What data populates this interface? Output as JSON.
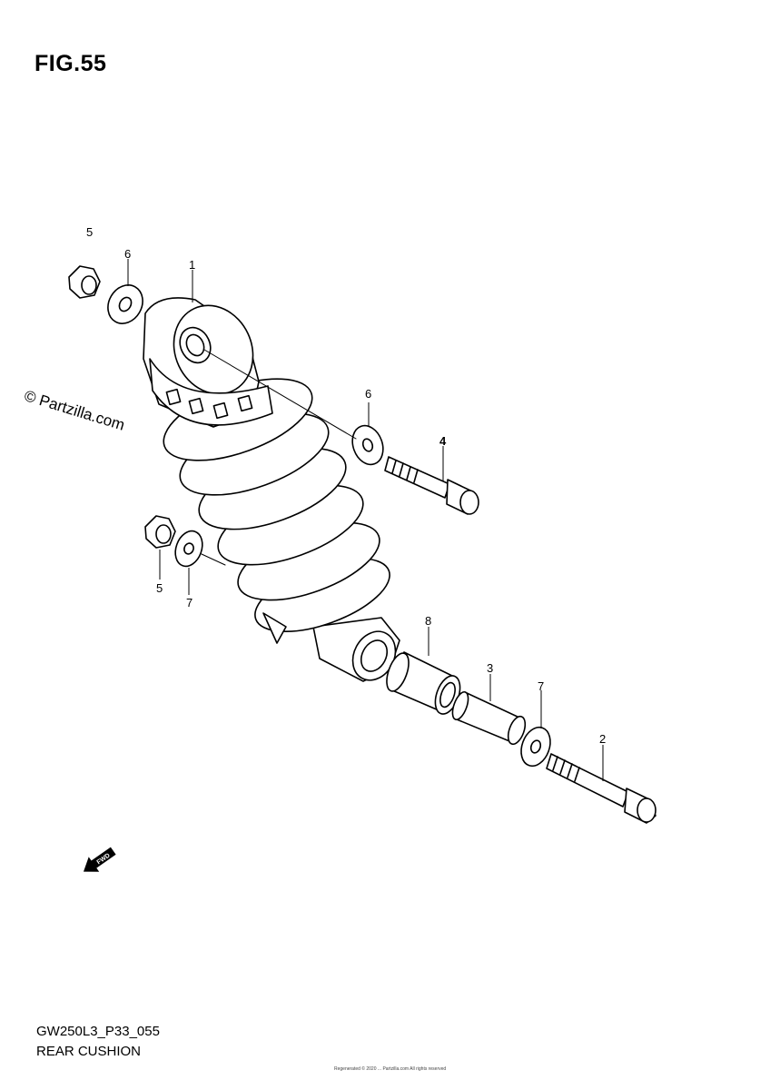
{
  "figure": {
    "title": "FIG.55",
    "watermark": "© Partzilla.com",
    "code": "GW250L3_P33_055",
    "caption": "REAR CUSHION",
    "footnote": "Regenerated © 2020 ... Partzilla.com All rights reserved"
  },
  "callouts": [
    {
      "id": "c1",
      "number": "1"
    },
    {
      "id": "c2",
      "number": "2"
    },
    {
      "id": "c3",
      "number": "3"
    },
    {
      "id": "c4",
      "number": "4"
    },
    {
      "id": "c5a",
      "number": "5"
    },
    {
      "id": "c5b",
      "number": "5"
    },
    {
      "id": "c6a",
      "number": "6"
    },
    {
      "id": "c6b",
      "number": "6"
    },
    {
      "id": "c7a",
      "number": "7"
    },
    {
      "id": "c7b",
      "number": "7"
    },
    {
      "id": "c8",
      "number": "8"
    }
  ],
  "fwd_arrow": {
    "label": "FWD",
    "icon": "fwd-arrow-icon"
  }
}
